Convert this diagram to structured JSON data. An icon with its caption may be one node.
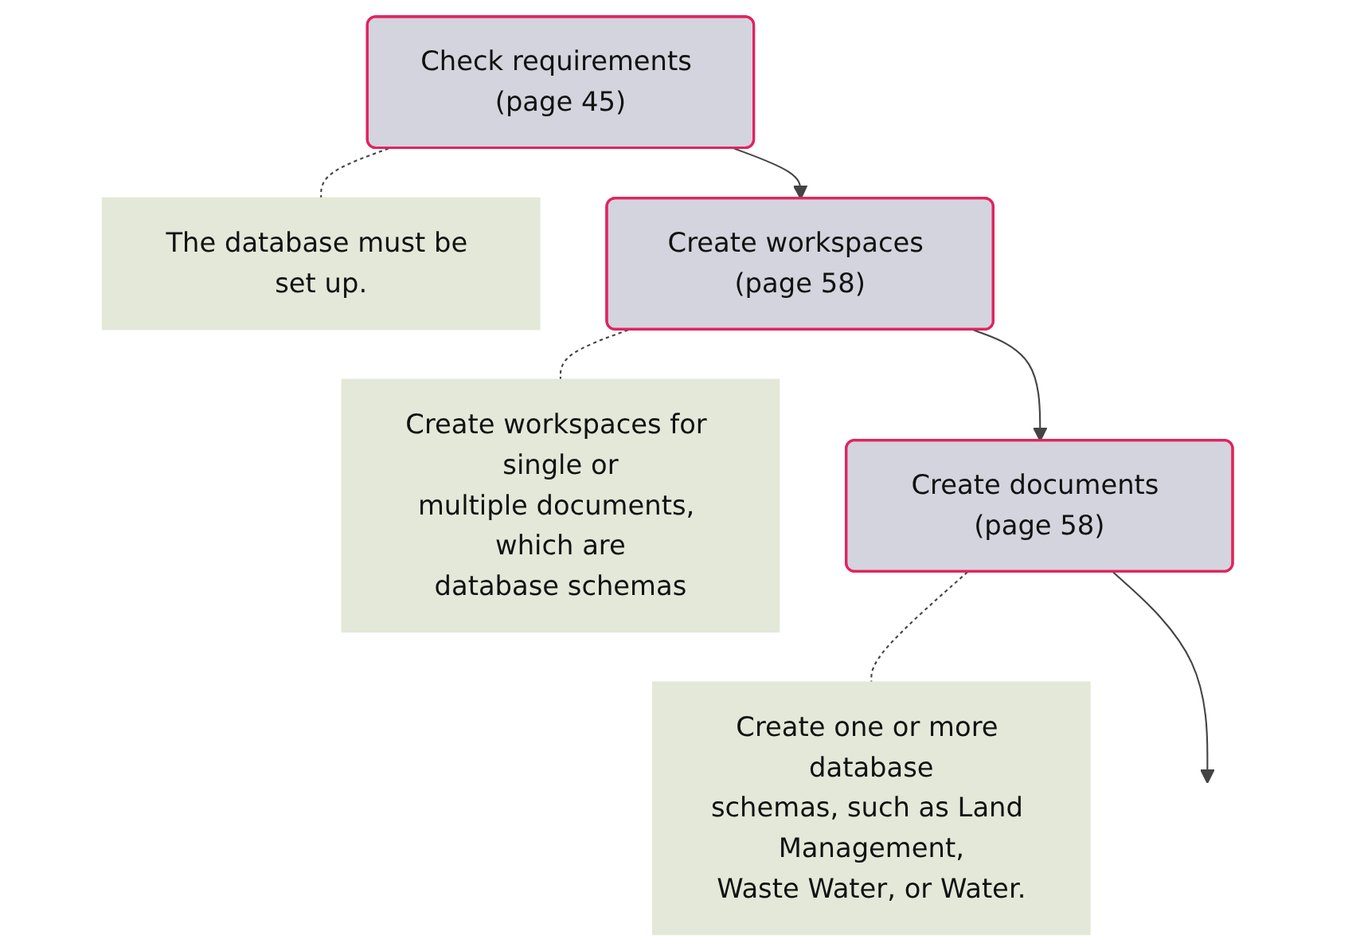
{
  "diagram": {
    "nodes": [
      {
        "text": [
          "Check requirements (page 45)"
        ]
      },
      {
        "text": [
          "The database must be set up."
        ]
      },
      {
        "text": [
          "Create workspaces (page 58)"
        ]
      },
      {
        "text": [
          "Create workspaces for single or multiple documents, which are database schemas"
        ]
      },
      {
        "text": [
          "Create documents (page 58)"
        ]
      },
      {
        "text": [
          "Create one or more database schemas, such as Land Management, Waste Water, or Water."
        ]
      }
    ],
    "edges": [
      {
        "from": 0,
        "to": 1,
        "arrow": "none",
        "style": "dashed"
      },
      {
        "from": 0,
        "to": 2,
        "arrow": "to"
      },
      {
        "from": 2,
        "to": 3,
        "arrow": "none",
        "style": "dashed"
      },
      {
        "from": 2,
        "to": 4,
        "arrow": "to"
      },
      {
        "from": 4,
        "to": 5,
        "arrow": "none",
        "style": "dashed"
      },
      {
        "from": 4,
        "to": null,
        "arrow": "to"
      }
    ]
  }
}
